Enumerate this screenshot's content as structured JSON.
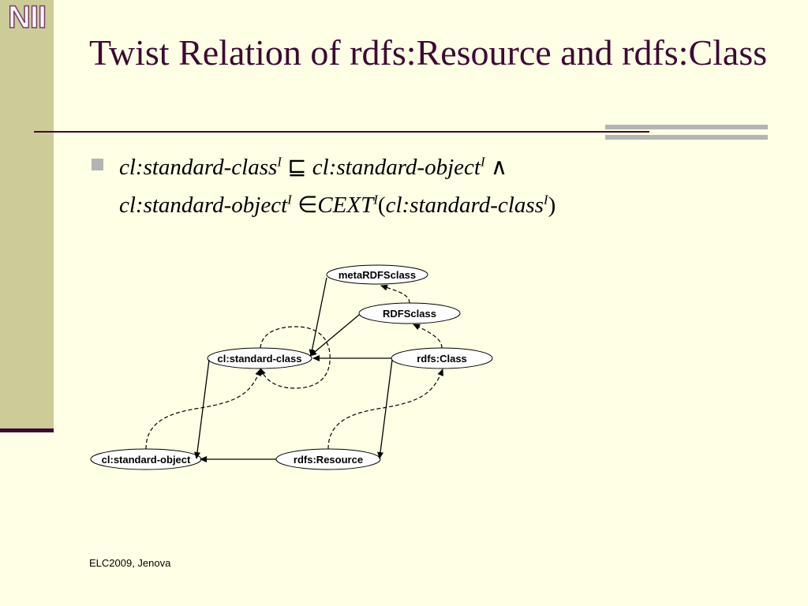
{
  "logo": {
    "text": "NII"
  },
  "slide": {
    "title": "Twist Relation of rdfs:Resource and rdfs:Class",
    "formula": {
      "cl_standard_class": "cl:standard-class",
      "cl_standard_object": "cl:standard-object",
      "superscript": "I",
      "subclass_symbol": "⊑",
      "and_symbol": "∧",
      "member_symbol": "∈",
      "cext": "CEXT",
      "open_paren": "(",
      "close_paren": ")"
    }
  },
  "diagram": {
    "nodes": {
      "meta_rdfs_class": "metaRDFSclass",
      "rdfs_class_node": "RDFSclass",
      "cl_standard_class": "cl:standard-class",
      "rdfs_class": "rdfs:Class",
      "cl_standard_object": "cl:standard-object",
      "rdfs_resource": "rdfs:Resource"
    }
  },
  "footer": {
    "text": "ELC2009, Jenova"
  }
}
